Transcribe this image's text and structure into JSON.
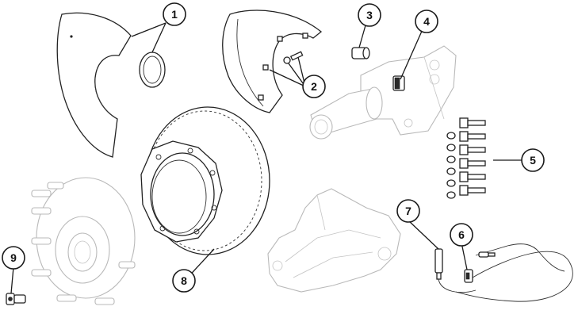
{
  "callouts": [
    {
      "id": "1",
      "label": "1"
    },
    {
      "id": "2",
      "label": "2"
    },
    {
      "id": "3",
      "label": "3"
    },
    {
      "id": "4",
      "label": "4"
    },
    {
      "id": "5",
      "label": "5"
    },
    {
      "id": "6",
      "label": "6"
    },
    {
      "id": "7",
      "label": "7"
    },
    {
      "id": "8",
      "label": "8"
    },
    {
      "id": "9",
      "label": "9"
    }
  ],
  "colors": {
    "ink": "#222222",
    "ghost": "#b9b9b9",
    "background": "#ffffff"
  }
}
